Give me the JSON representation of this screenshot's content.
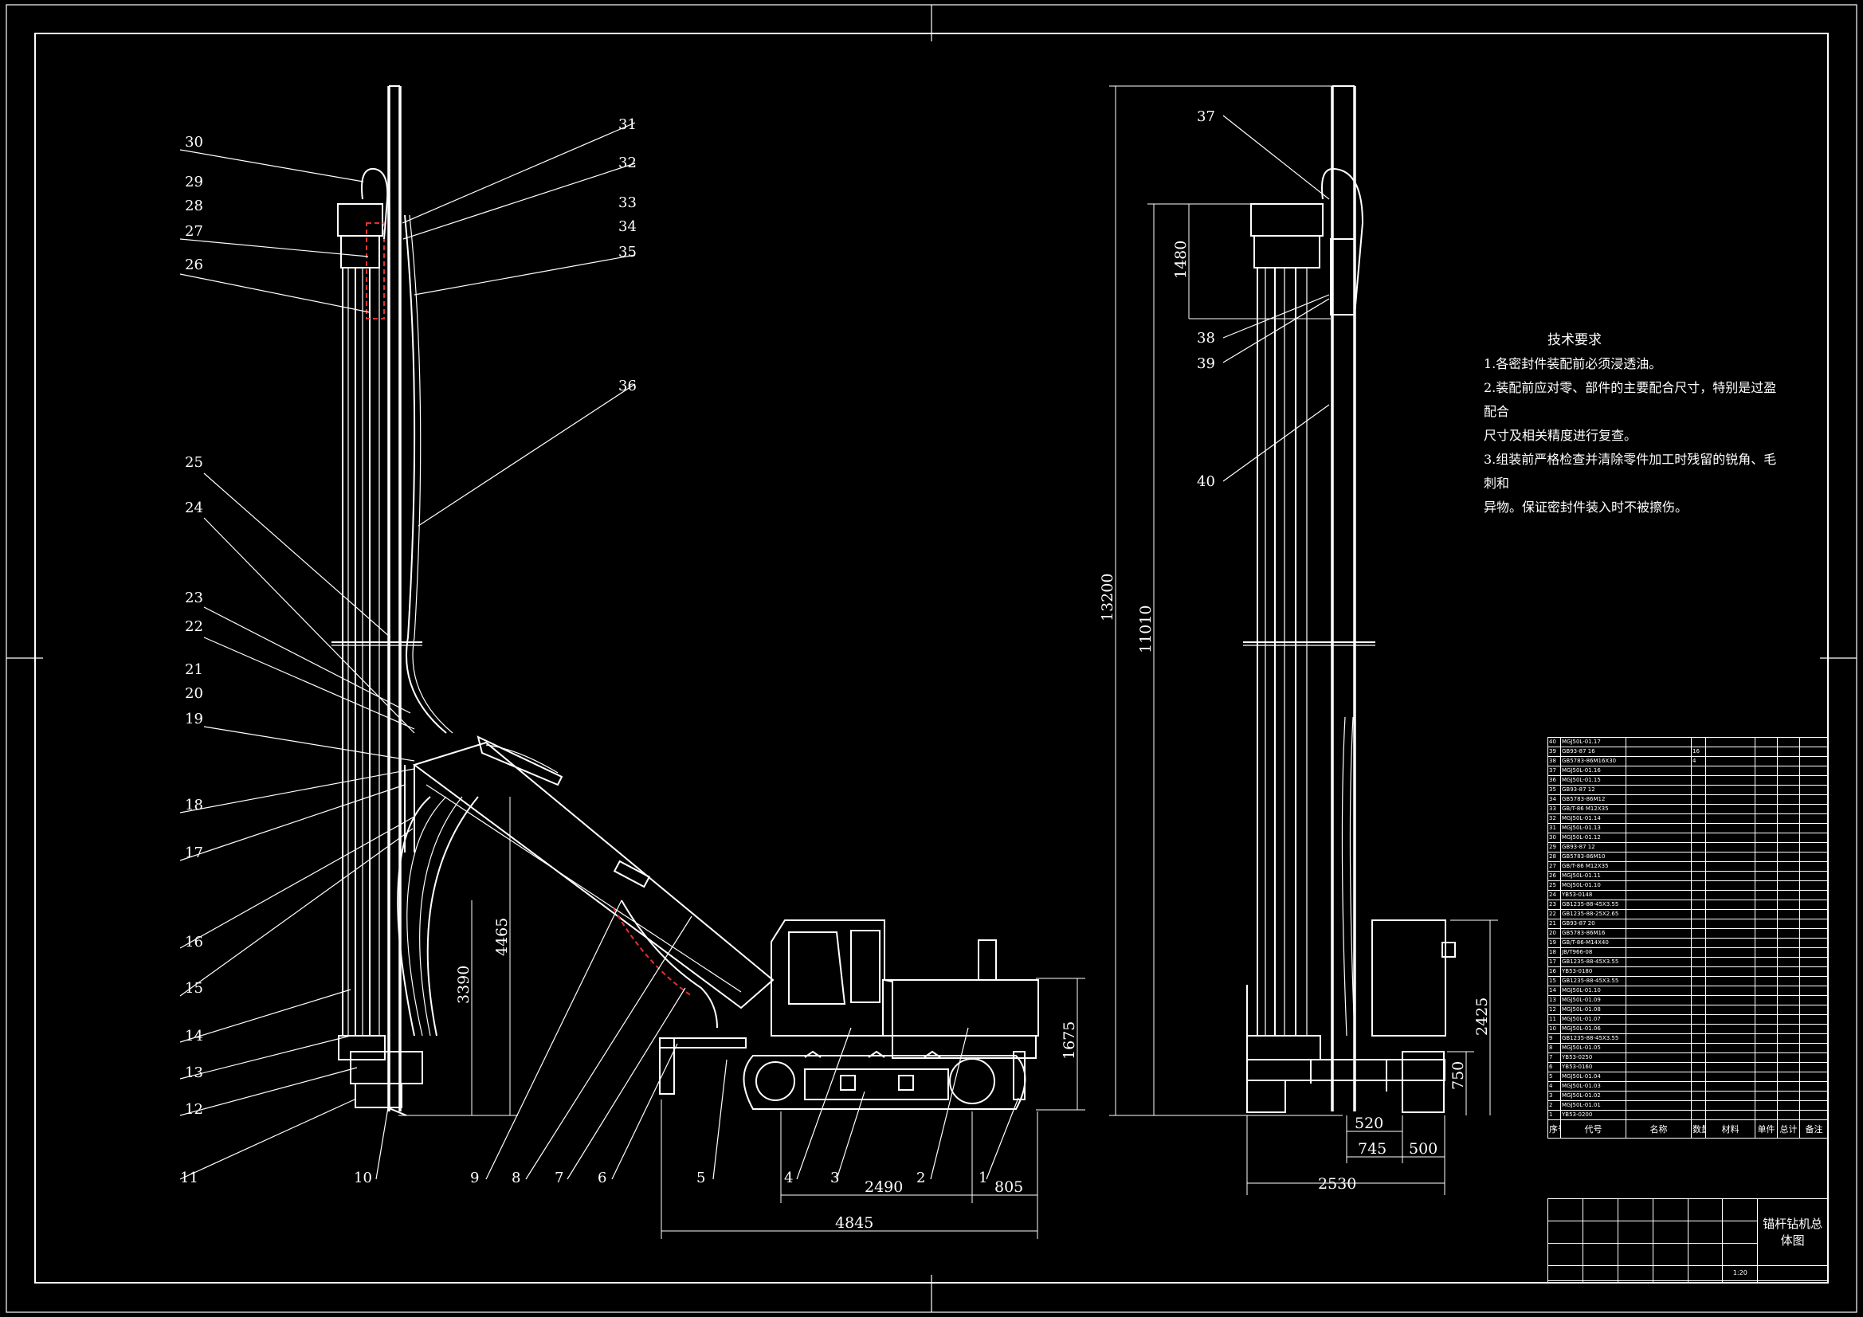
{
  "drawing_title": "锚杆钻机总体图",
  "scale": "1:20",
  "requirements": {
    "title": "技术要求",
    "items": [
      "1.各密封件装配前必须浸透油。",
      "2.装配前应对零、部件的主要配合尺寸，特别是过盈配合",
      "尺寸及相关精度进行复查。",
      "3.组装前严格检查并清除零件加工时残留的锐角、毛刺和",
      "异物。保证密封件装入时不被擦伤。"
    ]
  },
  "part_labels_left": [
    "30",
    "29",
    "28",
    "27",
    "26",
    "25",
    "24",
    "23",
    "22",
    "21",
    "20",
    "19",
    "18",
    "17",
    "16",
    "15",
    "14",
    "13",
    "12",
    "11"
  ],
  "part_labels_right": [
    "31",
    "32",
    "33",
    "34",
    "35",
    "36"
  ],
  "part_labels_bottom": [
    "10",
    "9",
    "8",
    "7",
    "6",
    "5",
    "4",
    "3",
    "2",
    "1"
  ],
  "part_labels_side": [
    "37",
    "38",
    "39",
    "40"
  ],
  "dimensions": {
    "d4465": "4465",
    "d3390": "3390",
    "d1675": "1675",
    "d2490": "2490",
    "d805": "805",
    "d4845": "4845",
    "d13200": "13200",
    "d1480": "1480",
    "d11010": "11010",
    "d2425": "2425",
    "d750": "750",
    "d520": "520",
    "d745": "745",
    "d500": "500",
    "d2530": "2530"
  },
  "bom": {
    "header": [
      "序号",
      "代号",
      "名称",
      "数量",
      "材料",
      "单件",
      "总计",
      "备注"
    ],
    "rows": [
      [
        "40",
        "MGJ50L-01.17",
        "",
        ""
      ],
      [
        "39",
        "GB93-87 16",
        "",
        "16"
      ],
      [
        "38",
        "GB5783-86M16X30",
        "",
        "4"
      ],
      [
        "37",
        "MGJ50L-01.16",
        "",
        ""
      ],
      [
        "36",
        "MGJ50L-01.15",
        "",
        ""
      ],
      [
        "35",
        "GB93-87 12",
        "",
        ""
      ],
      [
        "34",
        "GB5783-86M12",
        "",
        ""
      ],
      [
        "33",
        "GB/T-86 M12X35",
        "",
        ""
      ],
      [
        "32",
        "MGJ50L-01.14",
        "",
        ""
      ],
      [
        "31",
        "MGJ50L-01.13",
        "",
        ""
      ],
      [
        "30",
        "MGJ50L-01.12",
        "",
        ""
      ],
      [
        "29",
        "GB93-87 12",
        "",
        ""
      ],
      [
        "28",
        "GB5783-86M10",
        "",
        ""
      ],
      [
        "27",
        "GB/T-86 M12X35",
        "",
        ""
      ],
      [
        "26",
        "MGJ50L-01.11",
        "",
        ""
      ],
      [
        "25",
        "MGJ50L-01.10",
        "",
        ""
      ],
      [
        "24",
        "YB53-0148",
        "",
        ""
      ],
      [
        "23",
        "GB1235-88-45X3.55",
        "",
        ""
      ],
      [
        "22",
        "GB1235-88-25X2.65",
        "",
        ""
      ],
      [
        "21",
        "GB93-87 20",
        "",
        ""
      ],
      [
        "20",
        "GB5783-86M16",
        "",
        ""
      ],
      [
        "19",
        "GB/T-86-M14X40",
        "",
        ""
      ],
      [
        "18",
        "JB/T966-08",
        "",
        ""
      ],
      [
        "17",
        "GB1235-88-45X3.55",
        "",
        ""
      ],
      [
        "16",
        "YB53-0180",
        "",
        ""
      ],
      [
        "15",
        "GB1235-88-45X3.55",
        "",
        ""
      ],
      [
        "14",
        "MGJ50L-01.10",
        "",
        ""
      ],
      [
        "13",
        "MGJ50L-01.09",
        "",
        ""
      ],
      [
        "12",
        "MGJ50L-01.08",
        "",
        ""
      ],
      [
        "11",
        "MGJ50L-01.07",
        "",
        ""
      ],
      [
        "10",
        "MGJ50L-01.06",
        "",
        ""
      ],
      [
        "9",
        "GB1235-88-45X3.55",
        "",
        ""
      ],
      [
        "8",
        "MGJ50L-01.05",
        "",
        ""
      ],
      [
        "7",
        "YB53-0250",
        "",
        ""
      ],
      [
        "6",
        "YB53-0160",
        "",
        ""
      ],
      [
        "5",
        "MGJ50L-01.04",
        "",
        ""
      ],
      [
        "4",
        "MGJ50L-01.03",
        "",
        ""
      ],
      [
        "3",
        "MGJ50L-01.02",
        "",
        ""
      ],
      [
        "2",
        "MGJ50L-01.01",
        "",
        ""
      ],
      [
        "1",
        "YB53-0200",
        "",
        ""
      ]
    ]
  },
  "colors": {
    "background": "#000000",
    "line": "#ffffff",
    "accent": "#e23030"
  }
}
